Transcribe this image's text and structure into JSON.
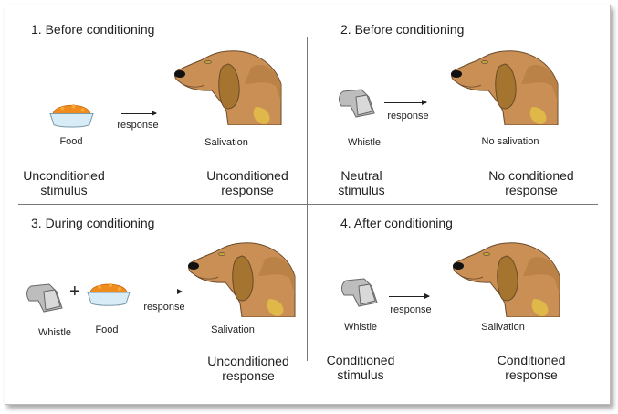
{
  "panels": [
    {
      "title": "1. Before conditioning",
      "stimulus_label": "Food",
      "arrow_label": "response",
      "response_label": "Salivation",
      "left_caption": [
        "Unconditioned",
        "stimulus"
      ],
      "right_caption": [
        "Unconditioned",
        "response"
      ]
    },
    {
      "title": "2. Before conditioning",
      "stimulus_label": "Whistle",
      "arrow_label": "response",
      "response_label": "No salivation",
      "left_caption": [
        "Neutral",
        "stimulus"
      ],
      "right_caption": [
        "No conditioned",
        "response"
      ]
    },
    {
      "title": "3. During conditioning",
      "stimulus_label": "Whistle",
      "stimulus2_label": "Food",
      "plus": "+",
      "arrow_label": "response",
      "response_label": "Salivation",
      "right_caption": [
        "Unconditioned",
        "response"
      ]
    },
    {
      "title": "4. After conditioning",
      "stimulus_label": "Whistle",
      "arrow_label": "response",
      "response_label": "Salivation",
      "left_caption": [
        "Conditioned",
        "stimulus"
      ],
      "right_caption": [
        "Conditioned",
        "response"
      ]
    }
  ]
}
